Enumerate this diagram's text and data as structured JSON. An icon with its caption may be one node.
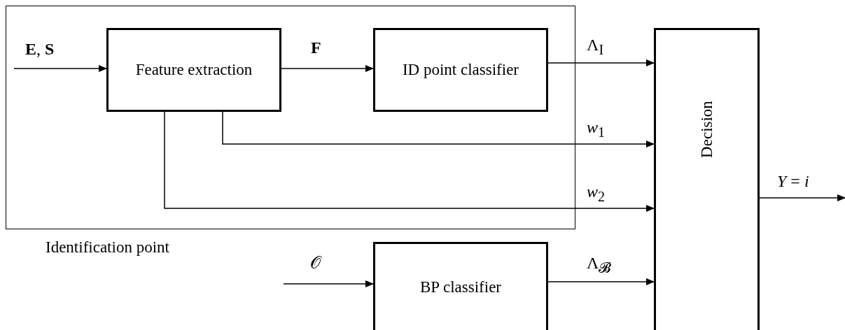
{
  "diagram": {
    "nodes": [
      {
        "text": [
          "Identification point"
        ]
      },
      {
        "text": [
          "Feature extraction"
        ],
        "in": 0
      },
      {
        "text": [
          "ID point classifier"
        ],
        "in": 0
      },
      {
        "text": [
          "BP classifier"
        ]
      },
      {
        "text": [
          "Decision"
        ]
      }
    ],
    "edges": [
      {
        "from": null,
        "to": 1,
        "arrow": "to",
        "label": "**E**, **S**"
      },
      {
        "from": 1,
        "to": 2,
        "arrow": "to",
        "label": "**F**"
      },
      {
        "from": 2,
        "to": 4,
        "arrow": "to",
        "label": "Λ$_{I}$"
      },
      {
        "from": 1,
        "to": 4,
        "arrow": "to",
        "label": "*w*$_{1}$"
      },
      {
        "from": 1,
        "to": 4,
        "arrow": "to",
        "label": "*w*$_{2}$"
      },
      {
        "from": null,
        "to": 3,
        "arrow": "to",
        "label": "𝒪"
      },
      {
        "from": 3,
        "to": 4,
        "arrow": "to",
        "label": "Λ$_{𝓑}$"
      },
      {
        "from": 4,
        "to": null,
        "arrow": "to",
        "label": "*Y* = *i*"
      }
    ]
  }
}
